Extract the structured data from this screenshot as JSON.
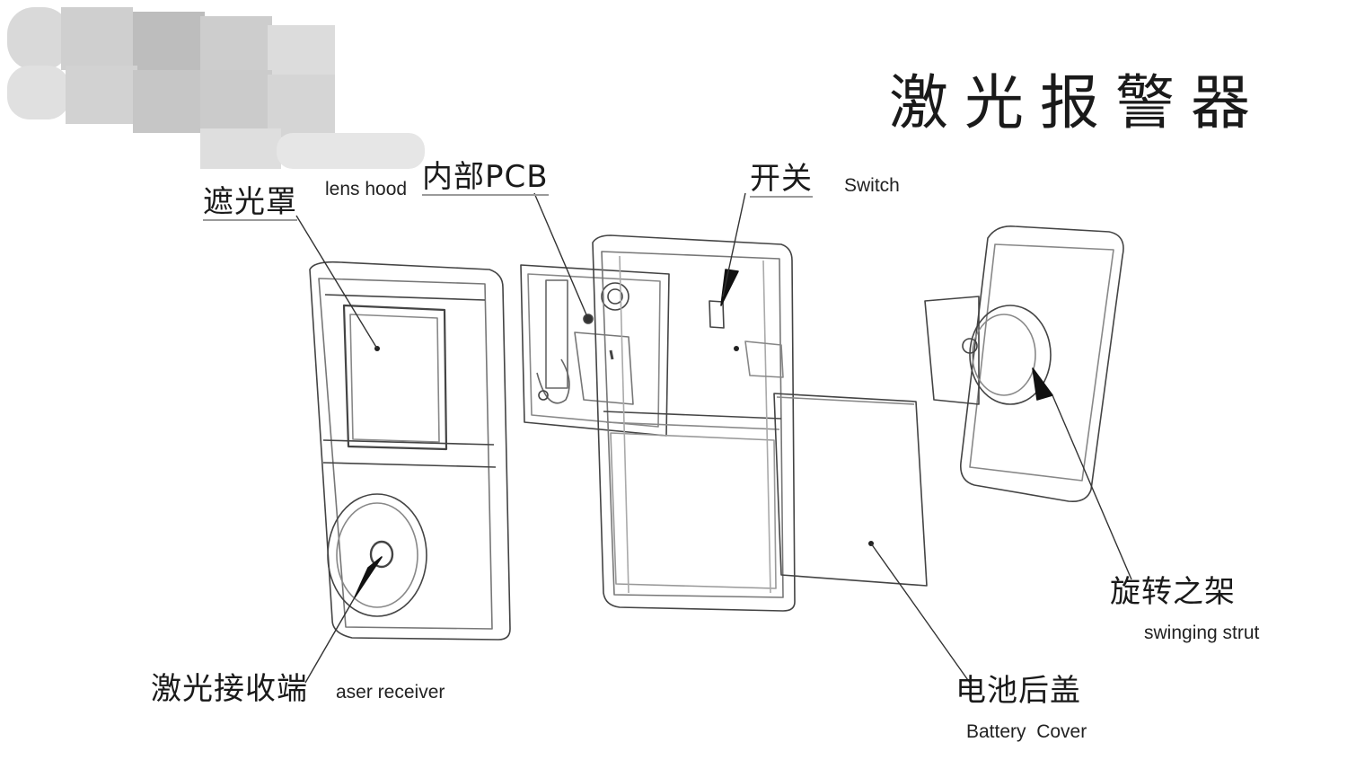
{
  "title": "激光报警器",
  "labels": {
    "lens_hood_cn": "遮光罩",
    "lens_hood_en": "lens hood",
    "pcb_cn": "内部PCB",
    "switch_cn": "开关",
    "switch_en": "Switch",
    "receiver_cn": "激光接收端",
    "receiver_en": "aser receiver",
    "strut_cn": "旋转之架",
    "strut_en": "swinging strut",
    "battery_cn": "电池后盖",
    "battery_en": "Battery  Cover"
  }
}
